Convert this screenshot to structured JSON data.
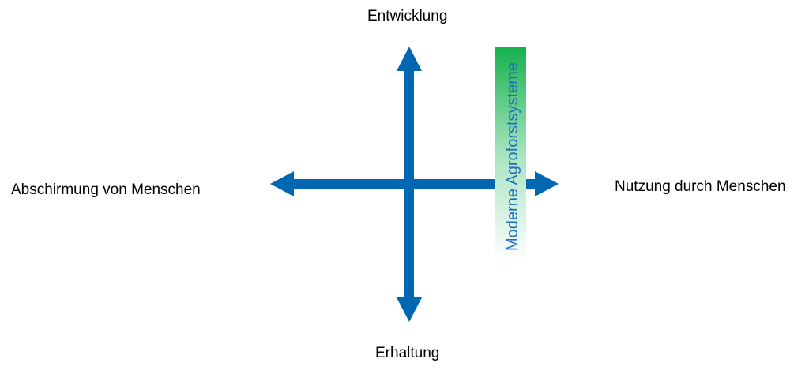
{
  "labels": {
    "top": "Entwicklung",
    "bottom": "Erhaltung",
    "left": "Abschirmung von Menschen",
    "right": "Nutzung durch Menschen"
  },
  "band": {
    "text": "Moderne Agroforstsysteme",
    "gradient_top": "#16b14e",
    "gradient_bottom": "#ffffff"
  },
  "colors": {
    "arrow": "#0067b3"
  }
}
